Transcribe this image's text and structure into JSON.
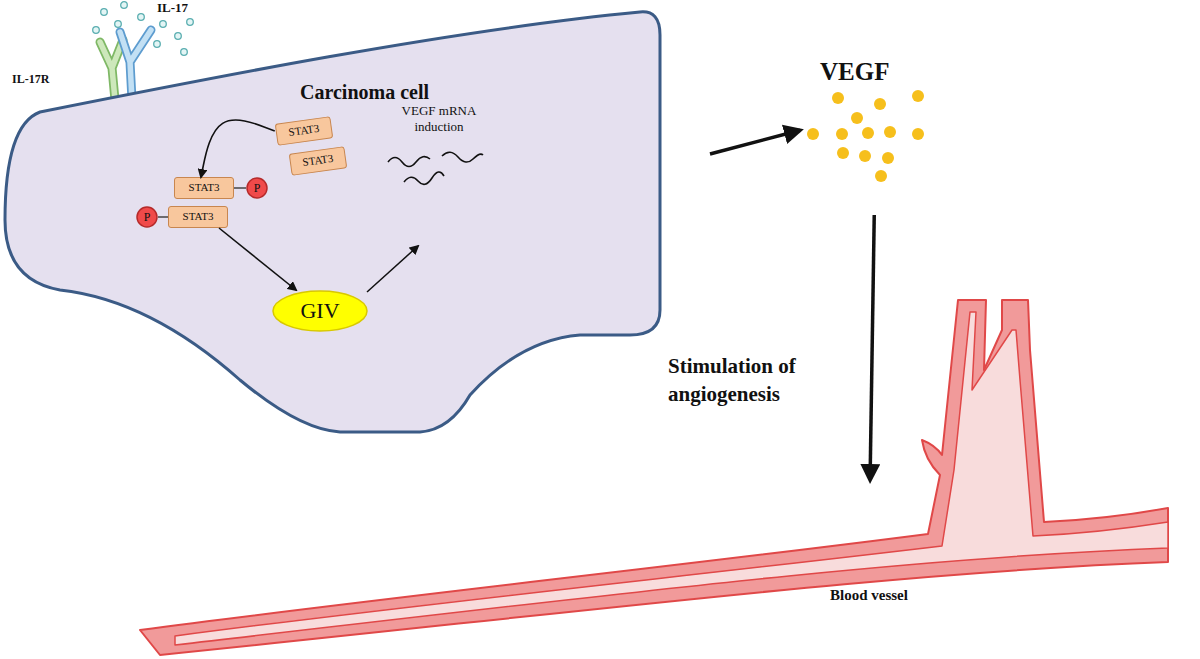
{
  "diagram": {
    "nodes": [
      {
        "text": [
          "IL-17R"
        ]
      },
      {
        "text": [
          "Carcinoma cell"
        ]
      },
      {
        "text": [
          "STAT3"
        ],
        "in": 1
      },
      {
        "text": [
          "STAT3"
        ],
        "in": 1
      },
      {
        "text": [
          "STAT3"
        ],
        "in": 1
      },
      {
        "text": [
          "STAT3"
        ],
        "in": 1
      },
      {
        "text": [
          "P"
        ],
        "in": 1
      },
      {
        "text": [
          "P"
        ],
        "in": 1
      },
      {
        "text": [
          "GIV"
        ],
        "in": 1
      },
      {
        "text": [
          "VEGF"
        ]
      },
      {
        "text": [
          "Blood vessel"
        ]
      }
    ],
    "edges": [
      {
        "from": 2,
        "to": 4,
        "arrow": "to"
      },
      {
        "from": 5,
        "to": 8,
        "arrow": "to"
      },
      {
        "from": 1,
        "to": 9,
        "arrow": "to"
      },
      {
        "from": 9,
        "to": 10,
        "label": "Stimulation of angiogenesis",
        "arrow": "to"
      }
    ],
    "labels": [
      "IL-17",
      "VEGF mRNA induction"
    ]
  }
}
